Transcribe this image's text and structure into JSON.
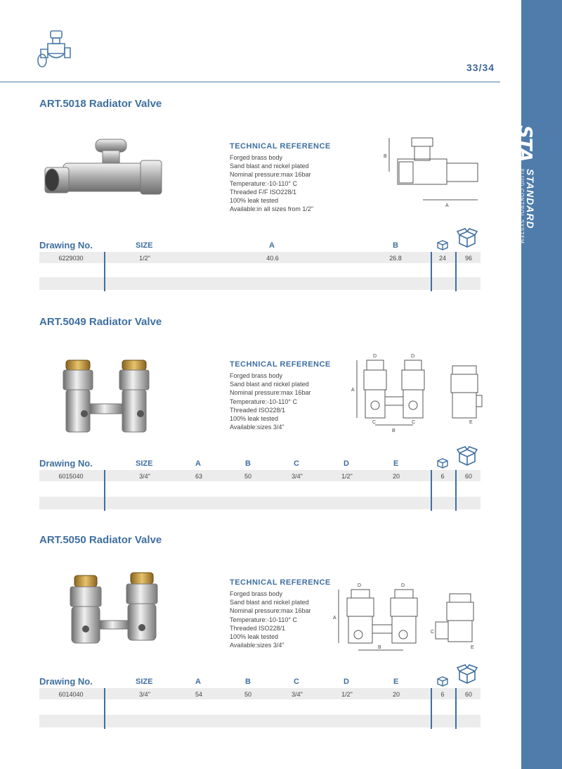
{
  "header": {
    "page_number": "33/34",
    "icon": "valve-icon"
  },
  "brand": {
    "logo": "STA",
    "name": "STANDARD",
    "tagline": "FLUID CONTROL SYSTEM"
  },
  "colors": {
    "accent": "#3f6fa0",
    "sidebar": "#4f7cab",
    "stripe": "#ececec"
  },
  "table_icons": {
    "small_box": "box-icon",
    "large_box": "carton-icon"
  },
  "sections": [
    {
      "title": "ART.5018 Radiator Valve",
      "tech_title": "TECHNICAL REFERENCE",
      "tech_lines": [
        "Forged brass body",
        "Sand blast and nickel plated",
        "Nominal pressure:max 16bar",
        "Temperature:-10-110° C",
        "Threaded F/F ISO228/1",
        "100% leak tested",
        "Available:in all sizes from 1/2\""
      ],
      "drawing_labels": {
        "a": "A",
        "b": "B"
      },
      "headers": [
        "Drawing No.",
        "SIZE",
        "A",
        "B"
      ],
      "row": [
        "6229030",
        "1/2\"",
        "40.6",
        "26.8",
        "24",
        "96"
      ]
    },
    {
      "title": "ART.5049 Radiator Valve",
      "tech_title": "TECHNICAL REFERENCE",
      "tech_lines": [
        "Forged brass body",
        "Sand blast and nickel plated",
        "Nominal pressure:max 16bar",
        "Temperature:-10-110° C",
        "Threaded ISO228/1",
        "100% leak tested",
        "Available:sizes 3/4\""
      ],
      "drawing_labels": {
        "a": "A",
        "b": "B",
        "c": "C",
        "d": "D",
        "e": "E"
      },
      "headers": [
        "Drawing No.",
        "SIZE",
        "A",
        "B",
        "C",
        "D",
        "E"
      ],
      "row": [
        "6015040",
        "3/4\"",
        "63",
        "50",
        "3/4\"",
        "1/2\"",
        "20",
        "6",
        "60"
      ]
    },
    {
      "title": "ART.5050 Radiator Valve",
      "tech_title": "TECHNICAL REFERENCE",
      "tech_lines": [
        "Forged brass body",
        "Sand blast and nickel plated",
        "Nominal pressure:max 16bar",
        "Temperature:-10-110° C",
        "Threaded ISO228/1",
        "100% leak tested",
        "Available:sizes 3/4\""
      ],
      "drawing_labels": {
        "a": "A",
        "b": "B",
        "c": "C",
        "d": "D",
        "e": "E"
      },
      "headers": [
        "Drawing No.",
        "SIZE",
        "A",
        "B",
        "C",
        "D",
        "E"
      ],
      "row": [
        "6014040",
        "3/4\"",
        "54",
        "50",
        "3/4\"",
        "1/2\"",
        "20",
        "6",
        "60"
      ]
    }
  ]
}
